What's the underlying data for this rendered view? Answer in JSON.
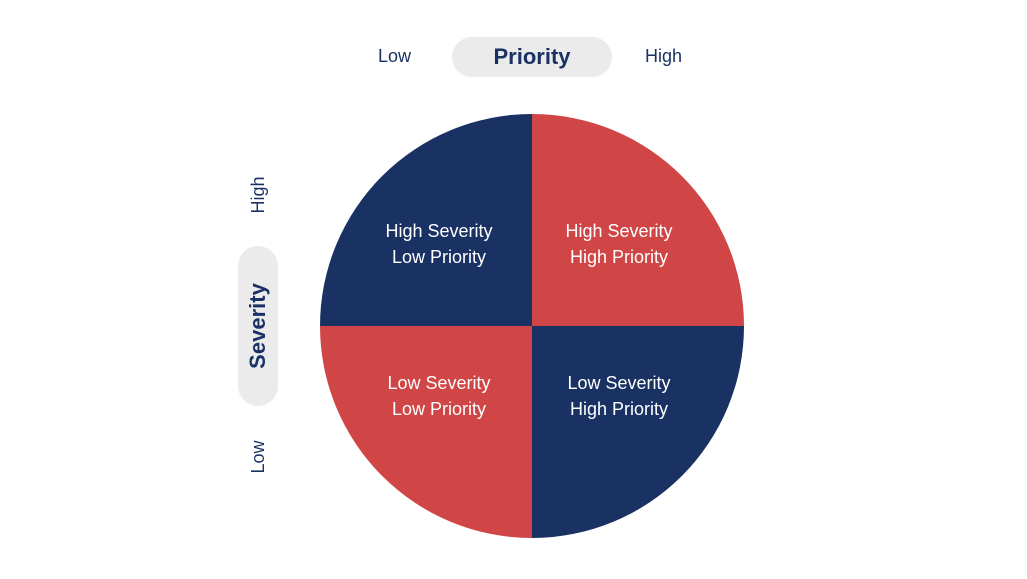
{
  "colors": {
    "navy": "#1a3263",
    "red": "#d04545",
    "pill_bg": "#ebebeb",
    "text_on_quad": "#ffffff"
  },
  "x_axis": {
    "title": "Priority",
    "low_label": "Low",
    "high_label": "High"
  },
  "y_axis": {
    "title": "Severity",
    "low_label": "Low",
    "high_label": "High"
  },
  "quadrants": [
    {
      "position": "top-left",
      "line1": "High Severity",
      "line2": "Low Priority",
      "color": "#1a3263"
    },
    {
      "position": "top-right",
      "line1": "High Severity",
      "line2": "High Priority",
      "color": "#d04545"
    },
    {
      "position": "bottom-left",
      "line1": "Low Severity",
      "line2": "Low Priority",
      "color": "#d04545"
    },
    {
      "position": "bottom-right",
      "line1": "Low Severity",
      "line2": "High Priority",
      "color": "#1a3263"
    }
  ]
}
